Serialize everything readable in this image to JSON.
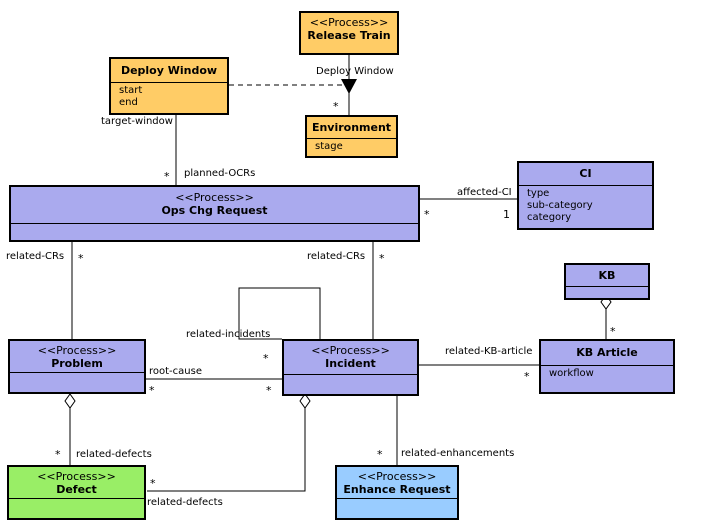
{
  "colors": {
    "process": "#aaaaee",
    "orange": "#ffcc66",
    "green": "#99ee66",
    "blue": "#99ccff"
  },
  "classes": {
    "release_train": {
      "stereotype": "<<Process>>",
      "name": "Release Train"
    },
    "deploy_window": {
      "name": "Deploy Window",
      "attrs": [
        "start",
        "end"
      ]
    },
    "environment": {
      "name": "Environment",
      "attrs": [
        "stage"
      ]
    },
    "ops_chg_request": {
      "stereotype": "<<Process>>",
      "name": "Ops Chg Request"
    },
    "ci": {
      "name": "CI",
      "attrs": [
        "type",
        "sub-category",
        "category"
      ]
    },
    "kb": {
      "name": "KB"
    },
    "kb_article": {
      "name": "KB Article",
      "attrs": [
        "workflow"
      ]
    },
    "problem": {
      "stereotype": "<<Process>>",
      "name": "Problem"
    },
    "incident": {
      "stereotype": "<<Process>>",
      "name": "Incident"
    },
    "defect": {
      "stereotype": "<<Process>>",
      "name": "Defect"
    },
    "enhance_request": {
      "stereotype": "<<Process>>",
      "name": "Enhance Request"
    }
  },
  "labels": {
    "deploy_window_assoc": "Deploy Window",
    "target_window": "target-window",
    "planned_ocrs": "planned-OCRs",
    "affected_ci": "affected-CI",
    "related_crs_left": "related-CRs",
    "related_crs_right": "related-CRs",
    "related_incidents": "related-incidents",
    "related_kb_article": "related-KB-article",
    "root_cause": "root-cause",
    "related_defects_problem": "related-defects",
    "related_defects_incident": "related-defects",
    "related_enhancements": "related-enhancements"
  },
  "multiplicities": {
    "environment_top": "*",
    "ops_top": "*",
    "ops_right": "*",
    "ci_left": "1",
    "ops_left_bottom": "*",
    "ops_right_bottom": "*",
    "kb_article_top": "*",
    "incident_self": "*",
    "kb_article_left": "*",
    "problem_right": "*",
    "incident_left": "*",
    "defect_top": "*",
    "defect_right": "*",
    "enhance_top": "*"
  }
}
